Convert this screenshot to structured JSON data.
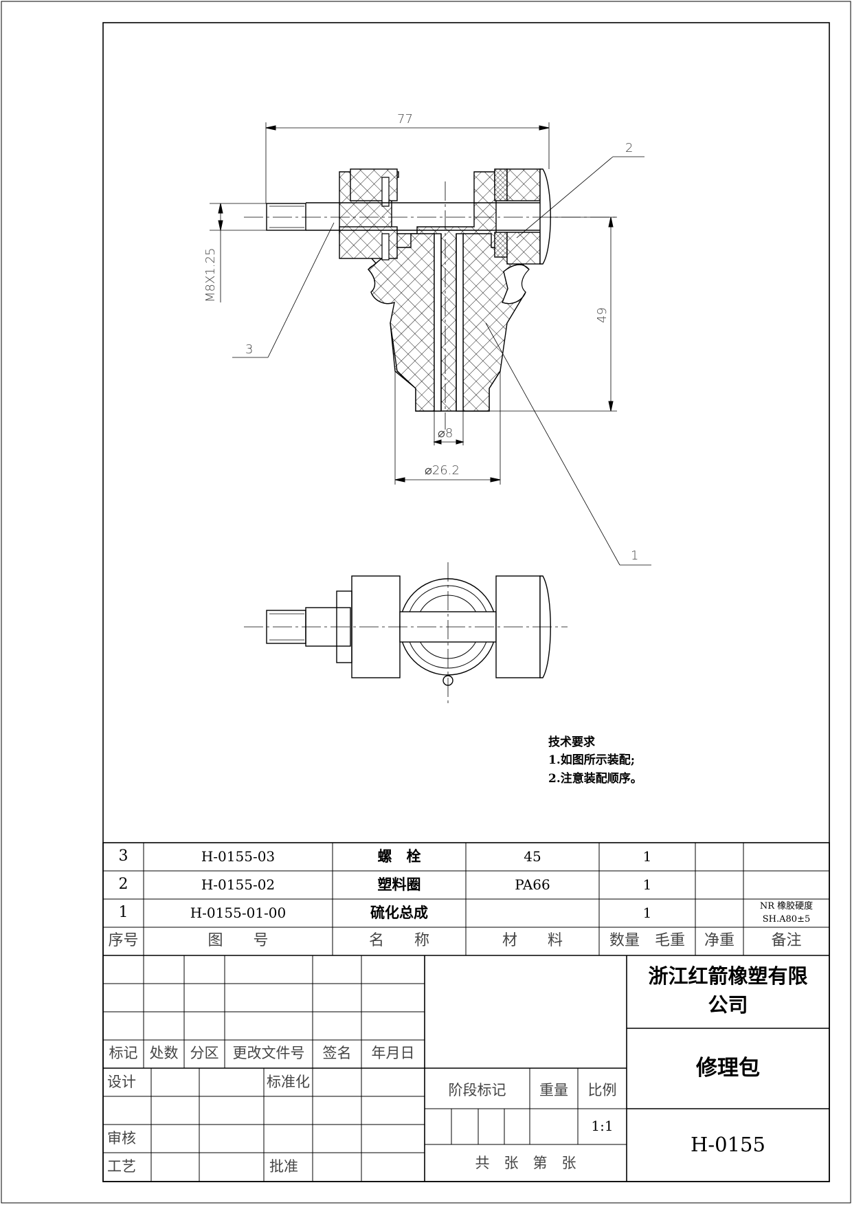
{
  "dimensions": {
    "overall_length": "77",
    "thread": "M8X1.25",
    "height": "49",
    "bore_dia": "⌀8",
    "outer_dia": "⌀26.2"
  },
  "balloons": [
    "1",
    "2",
    "3"
  ],
  "tech_requirements": {
    "title": "技术要求",
    "items": [
      "1.如图所示装配;",
      "2.注意装配顺序。"
    ]
  },
  "bom": {
    "rows": [
      {
        "no": "3",
        "drawing_no": "H-0155-03",
        "name": "螺　栓",
        "material": "45",
        "qty": "1",
        "note": ""
      },
      {
        "no": "2",
        "drawing_no": "H-0155-02",
        "name": "塑料圈",
        "material": "PA66",
        "qty": "1",
        "note": ""
      },
      {
        "no": "1",
        "drawing_no": "H-0155-01-00",
        "name": "硫化总成",
        "material": "",
        "qty": "1",
        "note_line1": "NR 橡胶硬度",
        "note_line2": "SH.A80±5"
      }
    ],
    "headers": {
      "no": "序号",
      "drawing_no": "图　　号",
      "name": "名　　称",
      "material": "材　　料",
      "qty_weight": "数量　毛重",
      "net": "净重",
      "note": "备注"
    }
  },
  "title_block": {
    "company_line1": "浙江红箭橡塑有限",
    "company_line2": "公司",
    "part_name": "修理包",
    "drawing_no": "H-0155",
    "revision_headers": [
      "标记",
      "处数",
      "分区",
      "更改文件号",
      "签名",
      "年月日"
    ],
    "roles": {
      "design": "设计",
      "standardize": "标准化",
      "review": "审核",
      "process": "工艺",
      "approve": "批准"
    },
    "stage_mark": "阶段标记",
    "weight": "重量",
    "scale_label": "比例",
    "scale": "1:1",
    "sheets": "共　张　第　张"
  }
}
